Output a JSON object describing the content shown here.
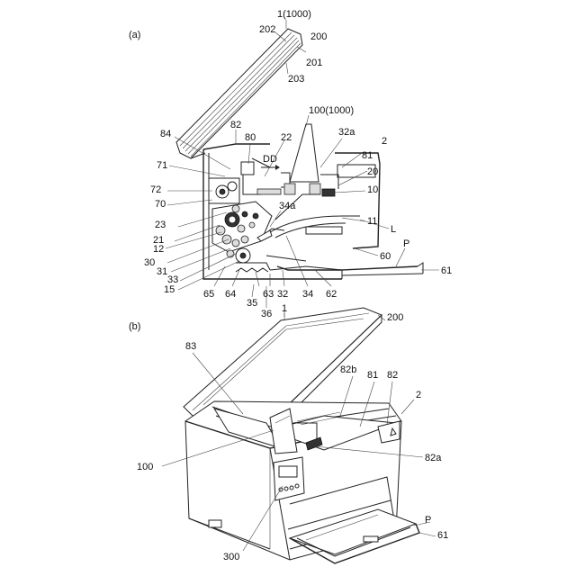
{
  "figure_a": {
    "panel": "(a)",
    "labels": {
      "l_1_1000": "1(1000)",
      "l_200": "200",
      "l_202": "202",
      "l_201": "201",
      "l_203": "203",
      "l_100_1000": "100(1000)",
      "l_82": "82",
      "l_84": "84",
      "l_80": "80",
      "l_22": "22",
      "l_32a": "32a",
      "l_2": "2",
      "l_dd": "DD",
      "l_81": "81",
      "l_71": "71",
      "l_20": "20",
      "l_72": "72",
      "l_10": "10",
      "l_70": "70",
      "l_23": "23",
      "l_34a": "34a",
      "l_11": "11",
      "l_21": "21",
      "l_l": "L",
      "l_12": "12",
      "l_60": "60",
      "l_30": "30",
      "l_p": "P",
      "l_31": "31",
      "l_61": "61",
      "l_33": "33",
      "l_15": "15",
      "l_65": "65",
      "l_64": "64",
      "l_63": "63",
      "l_32": "32",
      "l_34": "34",
      "l_62": "62",
      "l_35": "35",
      "l_36": "36",
      "l_1": "1"
    }
  },
  "figure_b": {
    "panel": "(b)",
    "labels": {
      "l_200": "200",
      "l_83": "83",
      "l_82b": "82b",
      "l_81": "81",
      "l_82": "82",
      "l_2": "2",
      "l_100": "100",
      "l_82a": "82a",
      "l_p": "P",
      "l_300": "300",
      "l_61": "61"
    }
  }
}
